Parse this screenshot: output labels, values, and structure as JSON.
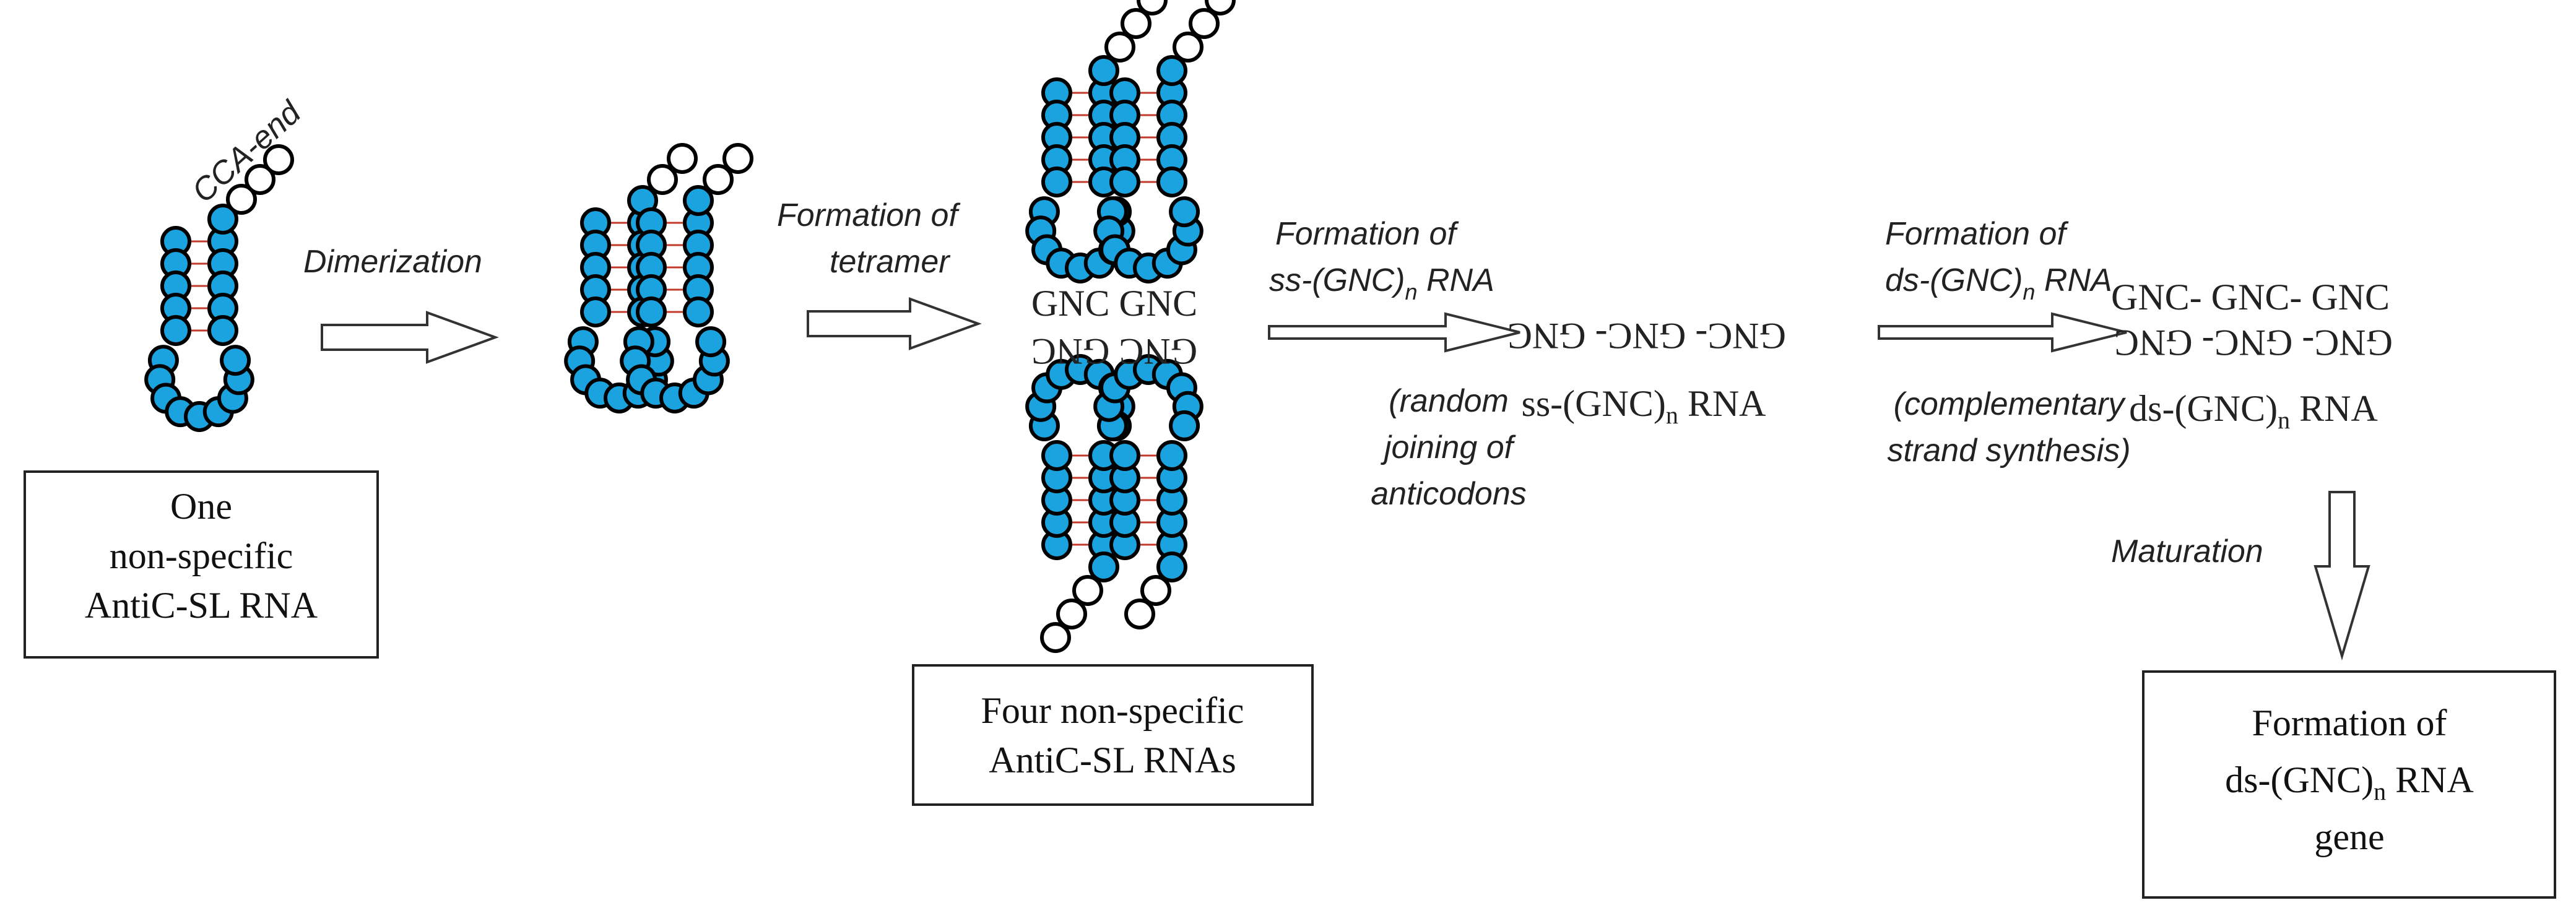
{
  "colors": {
    "nucleotide": "#1aa3df",
    "cca_tail": "#ffffff",
    "outline": "#000000",
    "base_pair": "#c0392b"
  },
  "stages": {
    "monomer": {
      "cca_label": "CCA-end",
      "box_lines": [
        "One",
        "non-specific",
        "AntiC-SL RNA"
      ]
    },
    "tetramer": {
      "anticodon_top": "GNC GNC",
      "anticodon_bottom": "GNC GNC",
      "box_lines": [
        "Four non-specific",
        "AntiC-SL RNAs"
      ]
    },
    "single_strand": {
      "sequence": "GNC- GNC- GNC",
      "label_prefix": "ss-(GNC)",
      "label_sub": "n",
      "label_suffix": " RNA"
    },
    "double_strand": {
      "top_strand": "GNC- GNC- GNC",
      "bottom_strand": "GNC- GNC- GNC",
      "label_prefix": "ds-(GNC)",
      "label_sub": "n",
      "label_suffix": " RNA"
    },
    "gene": {
      "box_line1": "Formation of",
      "box_line2_prefix": "ds-(GNC)",
      "box_line2_sub": "n",
      "box_line2_suffix": " RNA",
      "box_line3": "gene"
    }
  },
  "arrows": {
    "dimerization": {
      "label": "Dimerization"
    },
    "tetramer": {
      "label_lines": [
        "Formation of",
        "tetramer"
      ]
    },
    "ss_rna": {
      "label_line1": "Formation of",
      "label_line2_prefix": "ss-(GNC)",
      "label_line2_sub": "n",
      "label_line2_suffix": " RNA",
      "note_lines": [
        "(random",
        "joining of",
        "anticodons"
      ]
    },
    "ds_rna": {
      "label_line1": "Formation of",
      "label_line2_prefix": "ds-(GNC)",
      "label_line2_sub": "n",
      "label_line2_suffix": " RNA",
      "note_lines": [
        "(complementary",
        "strand synthesis)"
      ]
    },
    "maturation": {
      "label": "Maturation"
    }
  }
}
